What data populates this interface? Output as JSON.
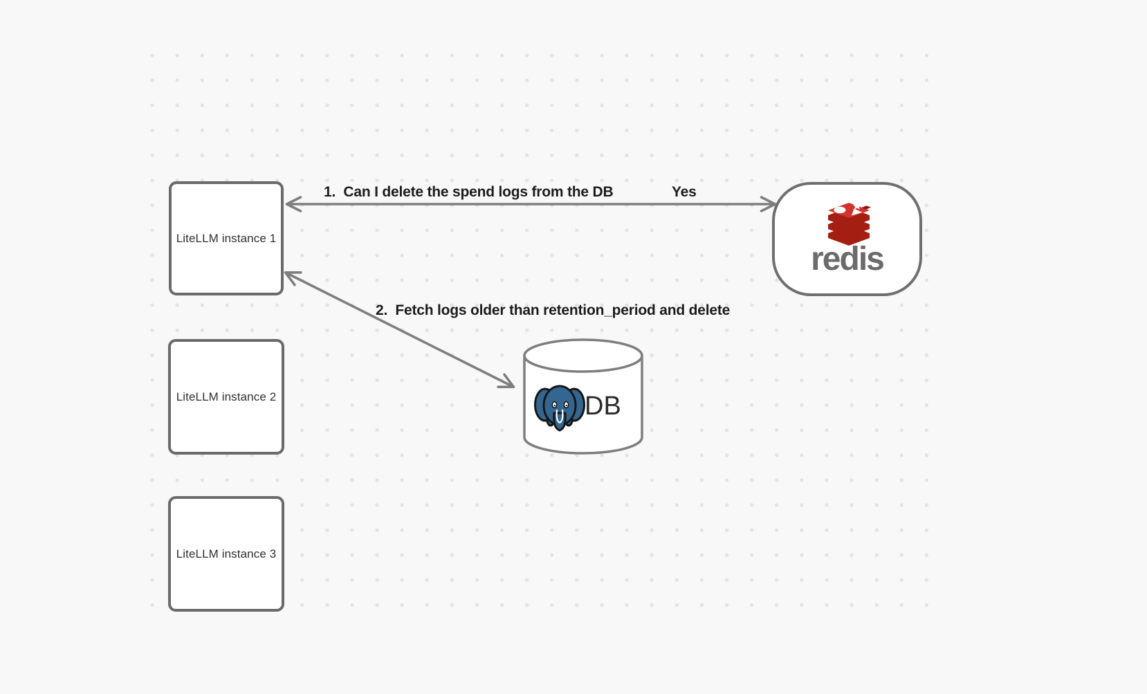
{
  "nodes": {
    "instance1": {
      "label": "LiteLLM instance 1"
    },
    "instance2": {
      "label": "LiteLLM instance 2"
    },
    "instance3": {
      "label": "LiteLLM instance 3"
    },
    "redis": {
      "wordmark": "redis"
    },
    "db": {
      "label": "DB"
    }
  },
  "annotations": {
    "step1": {
      "text": "1.  Can I delete the spend logs from the DB",
      "answer": "Yes"
    },
    "step2": {
      "text": "2.  Fetch logs older than retention_period and delete"
    }
  },
  "icons": {
    "redis": "redis-stack-icon",
    "postgres": "postgresql-elephant-icon"
  },
  "colors": {
    "canvas_bg": "#f8f8f8",
    "dot": "#e3e3e3",
    "node_border": "#6a6a6a",
    "arrow": "#7e7e7e",
    "redis_red": "#d2332b",
    "redis_dark_red": "#a41e11",
    "redis_wordmark_gray": "#6b6b6b",
    "postgres_blue": "#336791",
    "annotation_text": "#1c1c1c"
  }
}
